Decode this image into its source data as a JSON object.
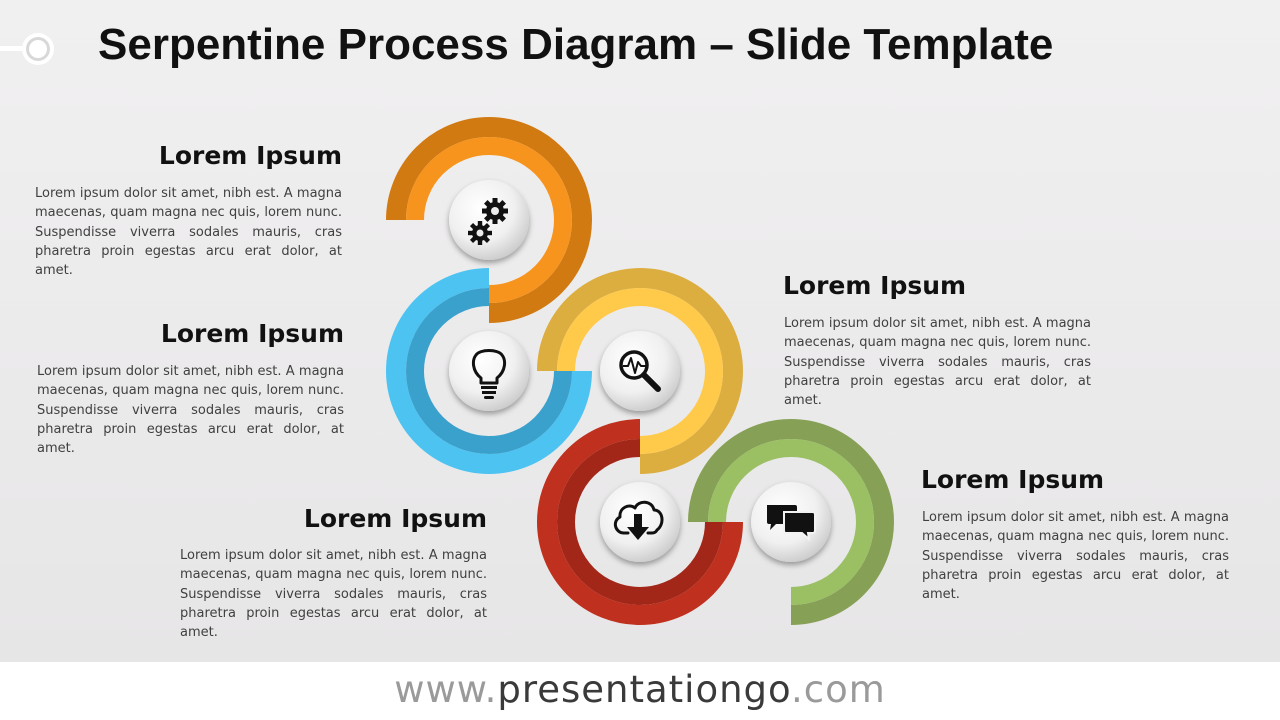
{
  "title": "Serpentine Process Diagram – Slide Template",
  "colors": {
    "orange": "#F7941D",
    "orange_dark": "#D27A12",
    "blue": "#4DC3F2",
    "blue_dark": "#3AA0CC",
    "yellow": "#FFC94A",
    "yellow_dark": "#DCAE40",
    "red": "#C0301E",
    "red_dark": "#A32718",
    "green": "#9BBF63",
    "green_dark": "#86A156"
  },
  "items": [
    {
      "heading": "Lorem Ipsum",
      "text": "Lorem ipsum dolor sit amet, nibh est. A magna maecenas, quam magna nec quis, lorem nunc. Suspendisse viverra sodales mauris, cras pharetra proin egestas arcu erat dolor, at amet.",
      "icon": "gears-icon",
      "color": "orange"
    },
    {
      "heading": "Lorem Ipsum",
      "text": "Lorem ipsum dolor sit amet, nibh est. A magna maecenas, quam magna nec quis, lorem nunc. Suspendisse viverra sodales mauris, cras pharetra proin egestas arcu erat dolor, at amet.",
      "icon": "lightbulb-icon",
      "color": "blue"
    },
    {
      "heading": "Lorem Ipsum",
      "text": "Lorem ipsum dolor sit amet, nibh est. A magna maecenas, quam magna nec quis, lorem nunc. Suspendisse viverra sodales mauris, cras pharetra proin egestas arcu erat dolor, at amet.",
      "icon": "magnifier-pulse-icon",
      "color": "yellow"
    },
    {
      "heading": "Lorem Ipsum",
      "text": "Lorem ipsum dolor sit amet, nibh est. A magna maecenas, quam magna nec quis, lorem nunc. Suspendisse viverra sodales mauris, cras pharetra proin egestas arcu erat dolor, at amet.",
      "icon": "cloud-download-icon",
      "color": "red"
    },
    {
      "heading": "Lorem Ipsum",
      "text": "Lorem ipsum dolor sit amet, nibh est. A magna maecenas, quam magna nec quis, lorem nunc. Suspendisse viverra sodales mauris, cras pharetra proin egestas arcu erat dolor, at amet.",
      "icon": "chat-bubbles-icon",
      "color": "green"
    }
  ],
  "footer": {
    "prefix": "www.",
    "brand": "presentationgo",
    "suffix": ".com"
  }
}
